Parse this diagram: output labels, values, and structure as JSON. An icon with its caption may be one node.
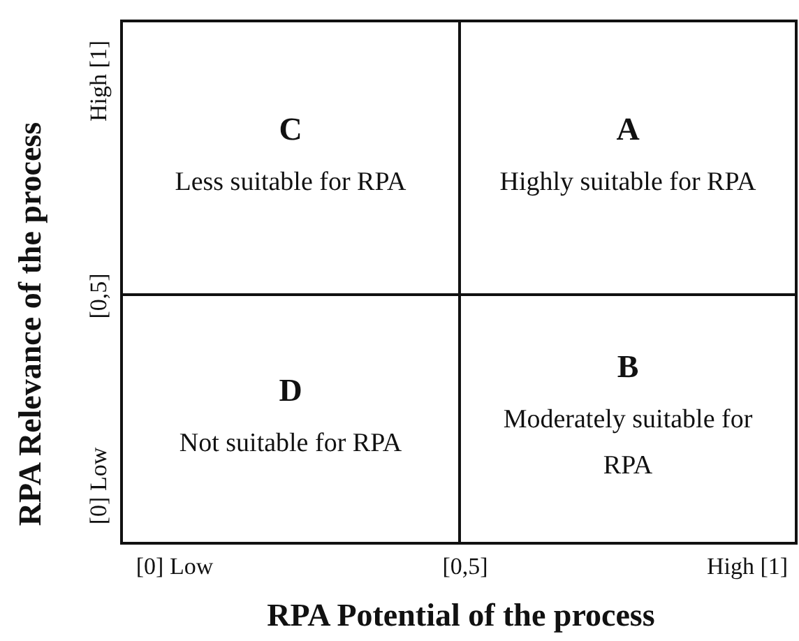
{
  "diagram": {
    "nodes": [
      {
        "text": [
          "C",
          "Less suitable for RPA"
        ]
      },
      {
        "text": [
          "A",
          "Highly suitable for RPA"
        ]
      },
      {
        "text": [
          "D",
          "Not suitable for RPA"
        ]
      },
      {
        "text": [
          "B",
          "Moderately suitable for RPA"
        ]
      }
    ],
    "labels": [
      "High [1]",
      "[0,5]",
      "[0] Low",
      "RPA Relevance of the process",
      "[0] Low",
      "[0,5]",
      "High [1]",
      "RPA Potential of the process"
    ]
  }
}
